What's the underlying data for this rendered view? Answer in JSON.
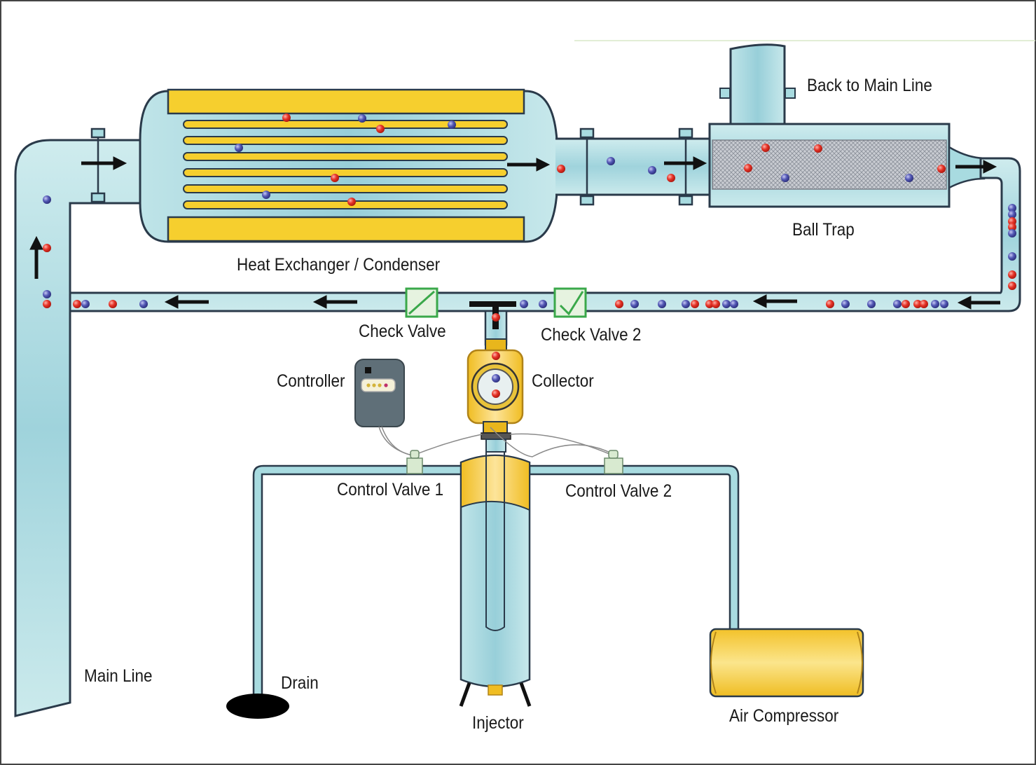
{
  "labels": {
    "back_to_main_line": "Back to Main Line",
    "ball_trap": "Ball Trap",
    "heat_exchanger": "Heat Exchanger / Condenser",
    "check_valve": "Check Valve",
    "check_valve_2": "Check Valve 2",
    "controller": "Controller",
    "collector": "Collector",
    "control_valve_1": "Control Valve 1",
    "control_valve_2": "Control Valve 2",
    "main_line": "Main Line",
    "drain": "Drain",
    "injector": "Injector",
    "air_compressor": "Air Compressor"
  },
  "colors": {
    "pipe_fill": "#a8dbe0",
    "pipe_outline": "#2a3a4a",
    "yellow": "#f6cf2e",
    "ball_red": "#e02a2a",
    "ball_blue": "#4a4fa8",
    "check_valve_green": "#3aa84a"
  }
}
